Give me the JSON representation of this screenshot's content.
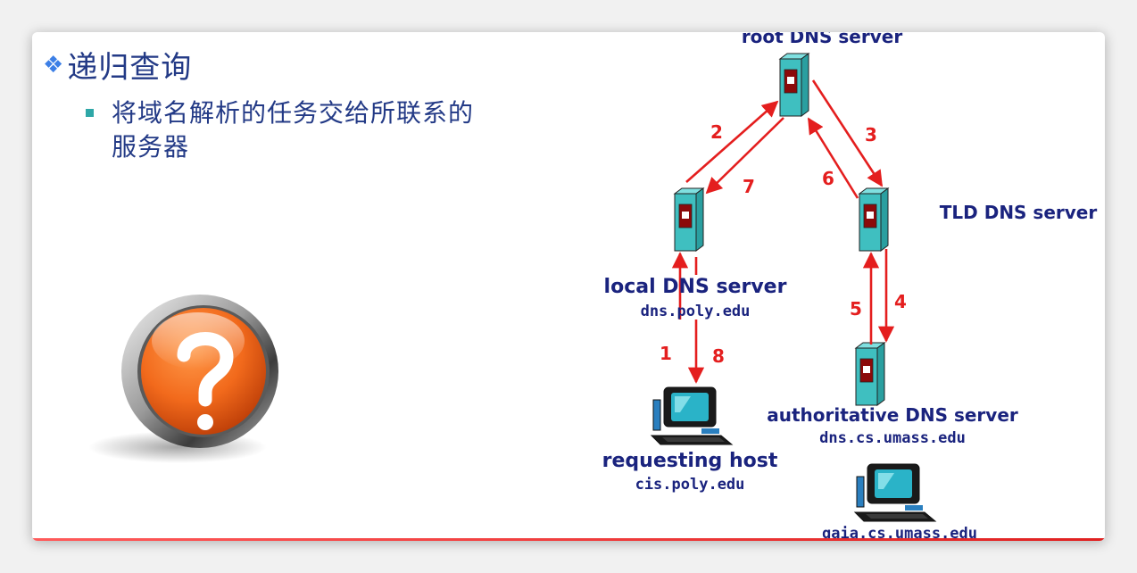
{
  "heading": {
    "bullet": "❖",
    "text": "递归查询"
  },
  "subpoint": {
    "text": "将域名解析的任务交给所联系的服务器"
  },
  "icons": {
    "question": "question-mark-icon",
    "server": "server-icon",
    "host": "computer-icon"
  },
  "diagram": {
    "root": {
      "title": "root DNS server"
    },
    "tld": {
      "title": "TLD DNS server"
    },
    "local": {
      "title": "local DNS server",
      "host": "dns.poly.edu"
    },
    "authoritative": {
      "title": "authoritative DNS server",
      "host": "dns.cs.umass.edu"
    },
    "requesting": {
      "title": "requesting host",
      "host": "cis.poly.edu"
    },
    "target": {
      "host": "gaia.cs.umass.edu"
    },
    "steps": [
      "1",
      "2",
      "3",
      "4",
      "5",
      "6",
      "7",
      "8"
    ]
  },
  "colors": {
    "heading": "#233a86",
    "arrow": "#e41e1e",
    "server_body": "#3fbfc0",
    "label": "#1a237e"
  }
}
